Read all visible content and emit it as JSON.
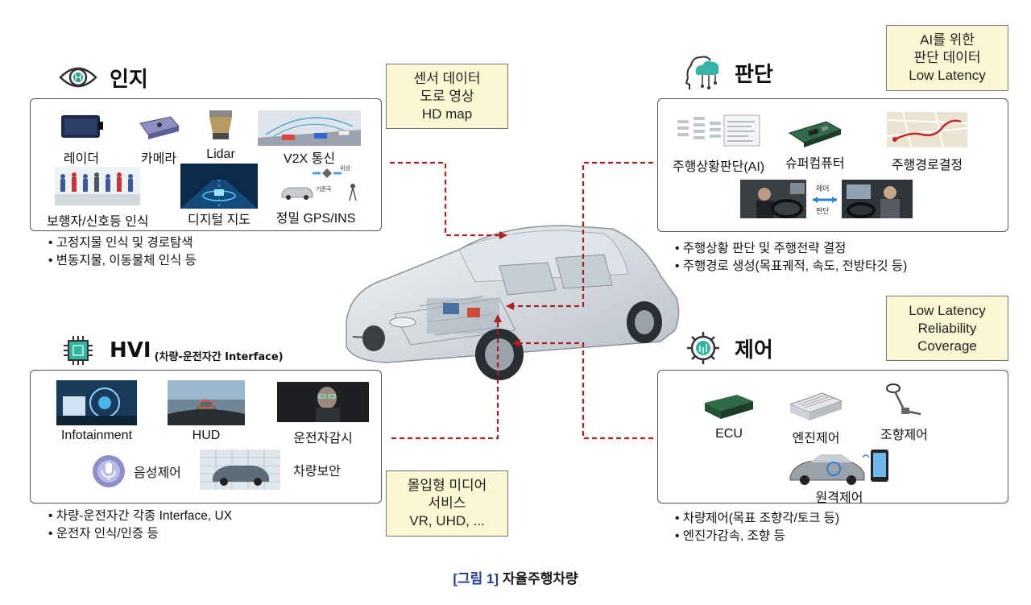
{
  "perception": {
    "title": "인지",
    "items": [
      "레이더",
      "카메라",
      "Lidar",
      "V2X 통신",
      "보행자/신호등 인식",
      "디지털 지도",
      "정밀 GPS/INS"
    ],
    "gps_labels": [
      "위성",
      "기준국"
    ],
    "bullets": [
      "고정지물 인식 및 경로탐색",
      "변동지물, 이동물체 인식 등"
    ]
  },
  "perception_note": [
    "센서 데이터",
    "도로 영상",
    "HD map"
  ],
  "judgment": {
    "title": "판단",
    "items": [
      "주행상황판단(AI)",
      "슈퍼컴퓨터",
      "주행경로결정"
    ],
    "swap_labels": [
      "제어",
      "판단"
    ],
    "bullets": [
      "주행상황 판단 및 주행전략 결정",
      "주행경로 생성(목표궤적, 속도, 전방타깃 등)"
    ]
  },
  "judgment_note": [
    "AI를 위한",
    "판단 데이터",
    "Low Latency"
  ],
  "hvi": {
    "title": "HVI",
    "subtitle": "(차량-운전자간 Interface)",
    "items": [
      "Infotainment",
      "HUD",
      "운전자감시",
      "음성제어",
      "차량보안"
    ],
    "bullets": [
      "차량-운전자간 각종 Interface, UX",
      "운전자 인식/인증 등"
    ]
  },
  "hvi_note": [
    "몰입형 미디어",
    "서비스",
    "VR, UHD, ..."
  ],
  "control": {
    "title": "제어",
    "items": [
      "ECU",
      "엔진제어",
      "조향제어",
      "원격제어"
    ],
    "bullets": [
      "차량제어(목표 조향각/토크 등)",
      "엔진가감속, 조향 등"
    ]
  },
  "control_note": [
    "Low Latency",
    "Reliability",
    "Coverage"
  ],
  "caption": {
    "number": "[그림 1]",
    "text": "자율주행차량"
  },
  "colors": {
    "arrow": "#b02020",
    "note_bg": "#fbf7d2",
    "caption_blue": "#1e3f8f"
  }
}
